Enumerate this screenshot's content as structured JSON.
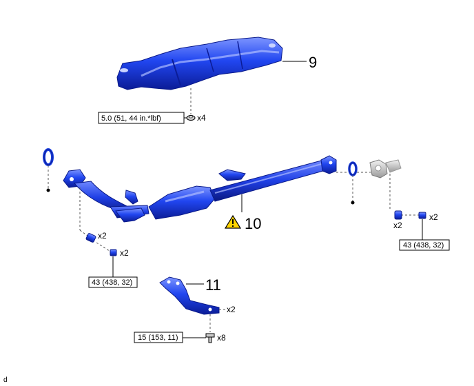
{
  "parts": [
    {
      "number": "9"
    },
    {
      "number": "10"
    },
    {
      "number": "11"
    }
  ],
  "torques": {
    "heat_insulator": "5.0 (51, 44 in.*lbf)",
    "front_bolts": "43 (438, 32)",
    "rear_bolts": "43 (438, 32)",
    "bracket_bolts": "15 (153, 11)"
  },
  "quantities": {
    "heat_insulator_nuts": "x4",
    "front_nuts": "x2",
    "front_bolts": "x2",
    "rear_nuts": "x2",
    "rear_bolts": "x2",
    "bracket_nuts": "x2",
    "bracket_bolts": "x8"
  },
  "corner_mark": "d",
  "colors": {
    "part_blue": "#1a3fe0",
    "part_dark": "#0a1a8a",
    "part_light": "#8fa6ff",
    "line": "#000000"
  },
  "icons": {
    "caution": "warning-triangle-icon"
  }
}
